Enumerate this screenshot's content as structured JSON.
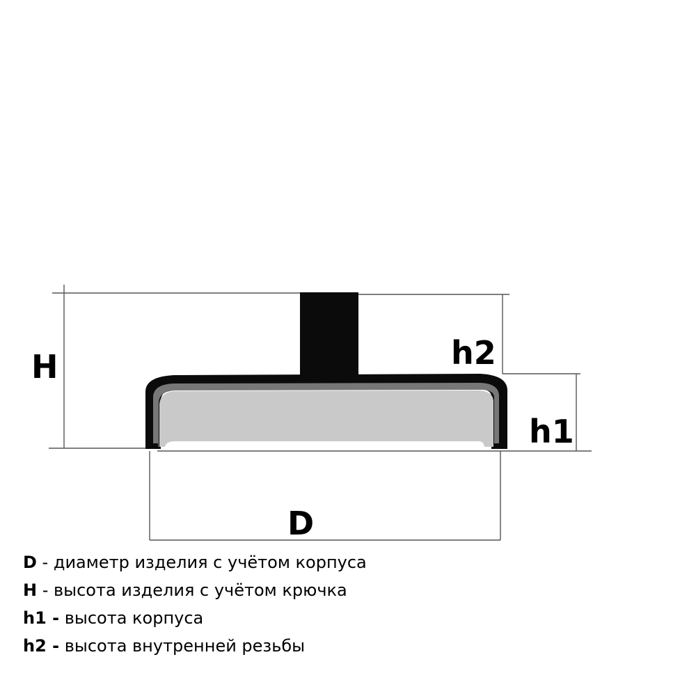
{
  "colors": {
    "outline": "#000000",
    "shell": "#0b0b0b",
    "inner_gap": "#777777",
    "magnet_fill": "#c9c9c9",
    "dimension_line": "#555555",
    "background": "#ffffff"
  },
  "labels": {
    "H": "H",
    "h2": "h2",
    "h1": "h1",
    "D": "D"
  },
  "legend": [
    {
      "symbol": "D",
      "separator": " - ",
      "text": "диаметр изделия с учётом корпуса"
    },
    {
      "symbol": "H",
      "separator": " - ",
      "text": "высота изделия с учётом крючка"
    },
    {
      "symbol": "h1 -",
      "separator": " ",
      "text": "высота корпуса"
    },
    {
      "symbol": "h2 -",
      "separator": " ",
      "text": "высота внутренней резьбы"
    }
  ]
}
